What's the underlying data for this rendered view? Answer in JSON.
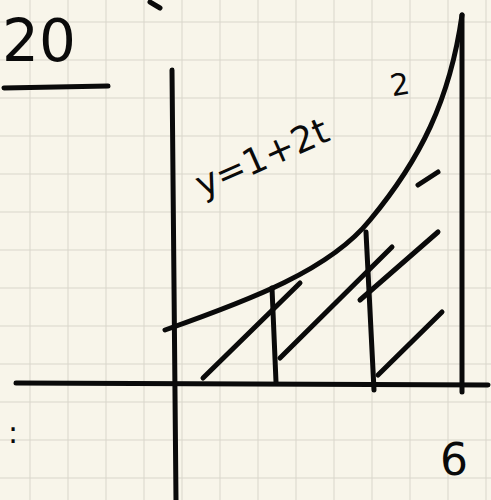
{
  "diagram": {
    "labels": [
      "20",
      "y=1+2t",
      "2",
      "6",
      ":"
    ]
  }
}
